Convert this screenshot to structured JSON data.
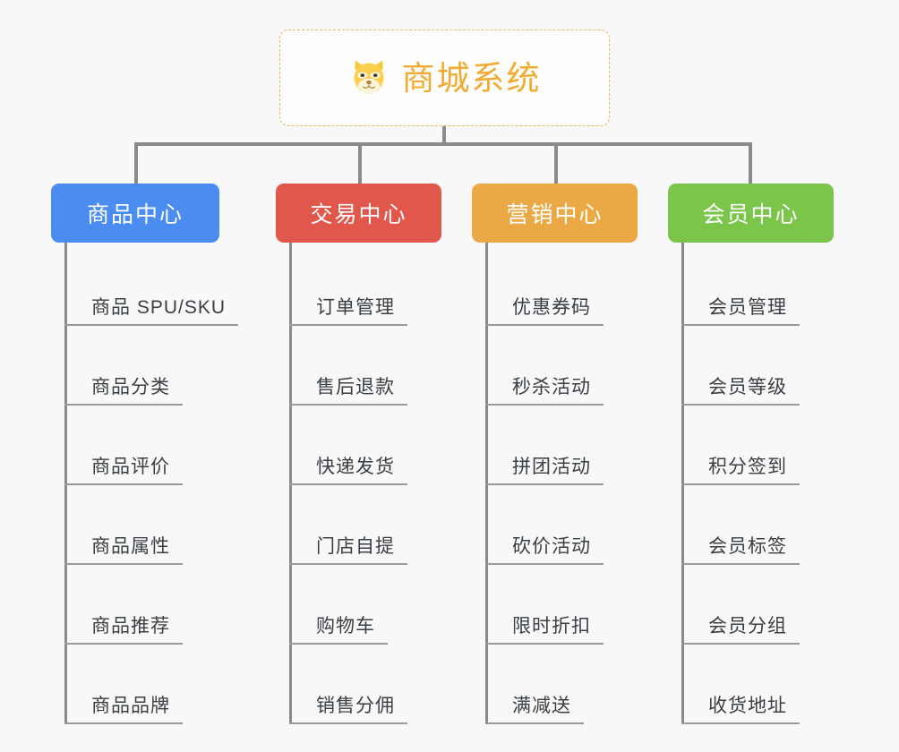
{
  "background_color": "#f8f8f8",
  "root": {
    "title": "商城系统",
    "icon": "shiba-dog-face-icon",
    "text_color": "#f0ab32",
    "border_color": "#e8b95a",
    "border_style": "dashed"
  },
  "connector_color": "#8a8a8a",
  "columns": [
    {
      "id": "product-center",
      "label": "商品中心",
      "color": "#4a8cf0",
      "items": [
        {
          "label": "商品 SPU/SKU"
        },
        {
          "label": "商品分类"
        },
        {
          "label": "商品评价"
        },
        {
          "label": "商品属性"
        },
        {
          "label": "商品推荐"
        },
        {
          "label": "商品品牌"
        }
      ]
    },
    {
      "id": "trade-center",
      "label": "交易中心",
      "color": "#e2574c",
      "items": [
        {
          "label": "订单管理"
        },
        {
          "label": "售后退款"
        },
        {
          "label": "快递发货"
        },
        {
          "label": "门店自提"
        },
        {
          "label": "购物车"
        },
        {
          "label": "销售分佣"
        }
      ]
    },
    {
      "id": "marketing-center",
      "label": "营销中心",
      "color": "#eaa944",
      "items": [
        {
          "label": "优惠券码"
        },
        {
          "label": "秒杀活动"
        },
        {
          "label": "拼团活动"
        },
        {
          "label": "砍价活动"
        },
        {
          "label": "限时折扣"
        },
        {
          "label": "满减送"
        }
      ]
    },
    {
      "id": "member-center",
      "label": "会员中心",
      "color": "#7bc54b",
      "items": [
        {
          "label": "会员管理"
        },
        {
          "label": "会员等级"
        },
        {
          "label": "积分签到"
        },
        {
          "label": "会员标签"
        },
        {
          "label": "会员分组"
        },
        {
          "label": "收货地址"
        }
      ]
    }
  ]
}
